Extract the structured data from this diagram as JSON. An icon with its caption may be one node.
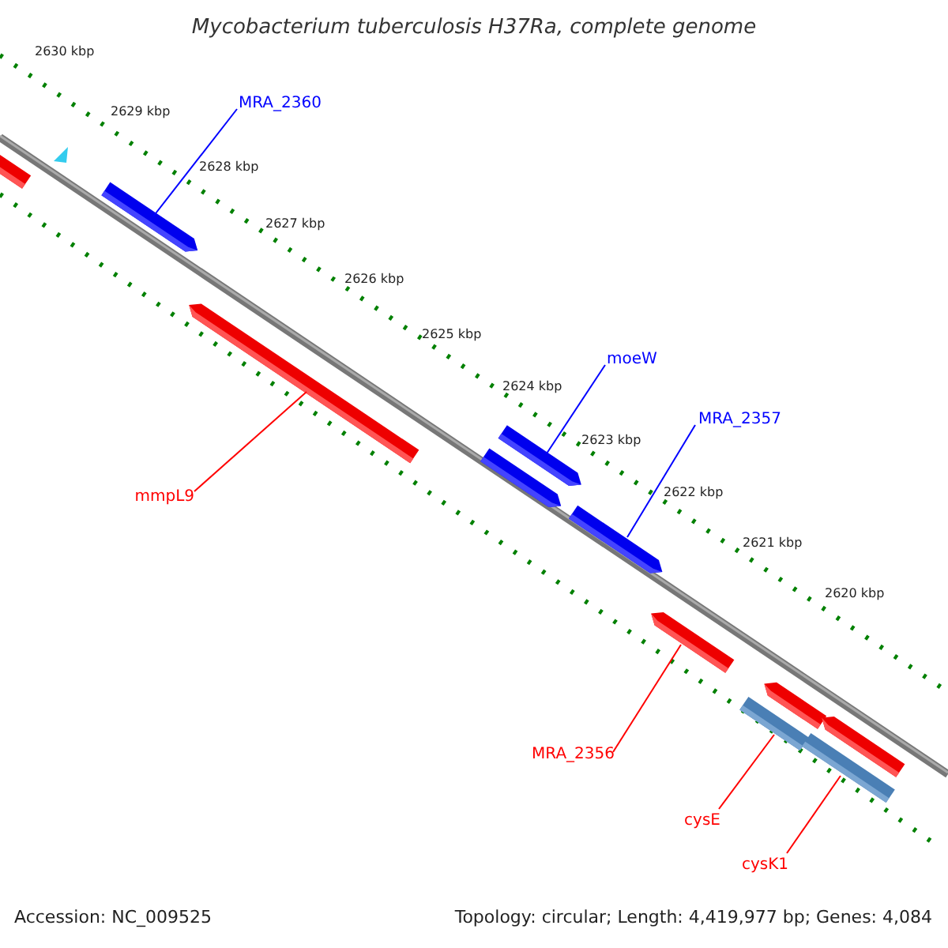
{
  "diagram": {
    "title": "Mycobacterium tuberculosis H37Ra, complete genome",
    "nodes": [
      {
        "text": [
          "MRA_2360"
        ]
      },
      {
        "text": [
          "moeW"
        ]
      },
      {
        "text": [
          "MRA_2357"
        ]
      },
      {
        "text": [
          "mmpL9"
        ]
      },
      {
        "text": [
          "MRA_2356"
        ]
      },
      {
        "text": [
          "cysE"
        ]
      },
      {
        "text": [
          "cysK1"
        ]
      },
      {
        "text": [],
        "shape": "bar"
      },
      {
        "text": [],
        "shape": "bar"
      },
      {
        "text": [],
        "shape": "bar"
      },
      {
        "text": [],
        "shape": "bar"
      },
      {
        "text": [],
        "shape": "bar"
      },
      {
        "text": [],
        "shape": "bar"
      },
      {
        "text": [],
        "shape": "bar"
      },
      {
        "text": [],
        "shape": "bar"
      },
      {
        "text": [],
        "shape": "bar"
      },
      {
        "text": [],
        "shape": "bar"
      },
      {
        "text": [],
        "shape": "bar"
      }
    ],
    "edges": [
      {
        "from": 0,
        "to": 8,
        "arrow": "none",
        "color": "#0000ff"
      },
      {
        "from": 1,
        "to": 10,
        "arrow": "none",
        "color": "#0000ff"
      },
      {
        "from": 2,
        "to": 12,
        "arrow": "none",
        "color": "#0000ff"
      },
      {
        "from": 3,
        "to": 9,
        "arrow": "none"
      },
      {
        "from": 4,
        "to": 13,
        "arrow": "none"
      },
      {
        "from": 5,
        "to": 16,
        "arrow": "none"
      },
      {
        "from": 6,
        "to": 17,
        "arrow": "none"
      }
    ],
    "labels": [
      "2630 kbp",
      "2629 kbp",
      "2628 kbp",
      "2627 kbp",
      "2626 kbp",
      "2625 kbp",
      "2624 kbp",
      "2623 kbp",
      "2622 kbp",
      "2621 kbp",
      "2620 kbp",
      "Accession: NC_009525",
      "Topology: circular; Length: 4,419,977 bp; Genes: 4,084"
    ]
  }
}
